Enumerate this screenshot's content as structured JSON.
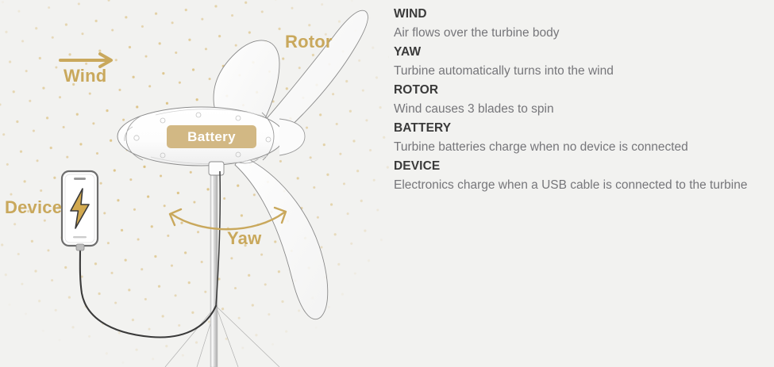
{
  "colors": {
    "background": "#f2f2f0",
    "gold": "#c9a85c",
    "chip_fill": "#d2b884",
    "chip_text": "#ffffff",
    "term_text": "#3a3a3a",
    "desc_text": "#76767a",
    "line_stroke": "#8c8c8c",
    "dot": "#d9bc77"
  },
  "illustration": {
    "labels": {
      "wind": "Wind",
      "rotor": "Rotor",
      "yaw": "Yaw",
      "device": "Device",
      "battery": "Battery"
    },
    "icons": {
      "wind_arrow": "arrow-right-icon",
      "yaw_arrow": "double-headed-arc-arrow-icon",
      "charging_bolt": "lightning-bolt-icon",
      "phone": "smartphone-icon"
    },
    "parts": {
      "nacelle": "turbine-body",
      "blades": 3,
      "tower": "mast",
      "guy_wires": 4,
      "cable": "usb-cable"
    }
  },
  "legend": {
    "entries": [
      {
        "term": "WIND",
        "desc": "Air flows over the turbine body"
      },
      {
        "term": "YAW",
        "desc": "Turbine automatically turns into the wind"
      },
      {
        "term": "ROTOR",
        "desc": "Wind causes 3 blades to spin"
      },
      {
        "term": "BATTERY",
        "desc": "Turbine batteries charge when no device is connected"
      },
      {
        "term": "DEVICE",
        "desc": "Electronics charge when a USB cable is connected to the turbine"
      }
    ]
  }
}
